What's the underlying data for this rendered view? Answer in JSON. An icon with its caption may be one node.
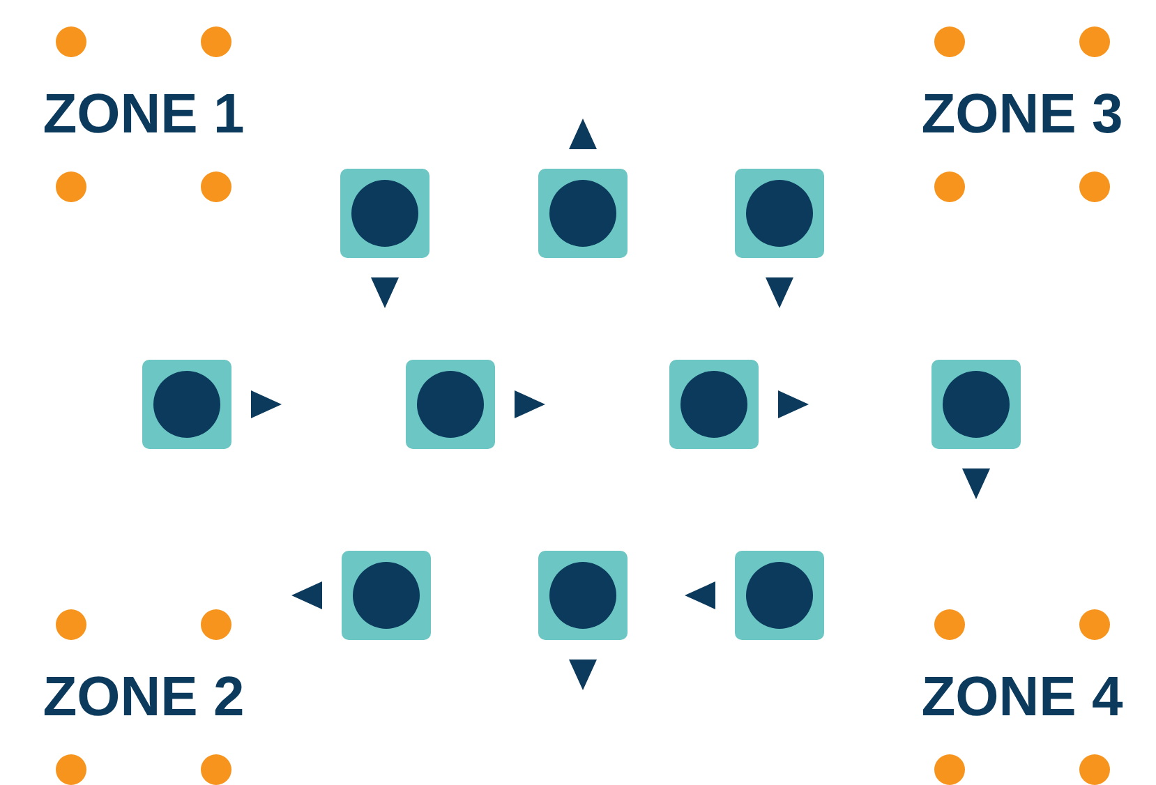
{
  "diagram": {
    "nodes": [
      {
        "text": [
          "ZONE 1"
        ]
      },
      {
        "text": [
          "ZONE 3"
        ]
      },
      {
        "text": [],
        "shape": "box"
      },
      {
        "text": [],
        "shape": "box"
      },
      {
        "text": [],
        "shape": "box"
      },
      {
        "text": [],
        "shape": "box"
      },
      {
        "text": [],
        "shape": "box"
      },
      {
        "text": [],
        "shape": "box"
      },
      {
        "text": [],
        "shape": "box"
      },
      {
        "text": [],
        "shape": "box"
      },
      {
        "text": [],
        "shape": "box"
      },
      {
        "text": [],
        "shape": "box"
      },
      {
        "text": [
          "ZONE 2"
        ]
      },
      {
        "text": [
          "ZONE 4"
        ]
      }
    ],
    "edges": [
      {
        "from": 2,
        "to": null,
        "arrow": "to"
      },
      {
        "from": 3,
        "to": null,
        "arrow": "to"
      },
      {
        "from": 4,
        "to": null,
        "arrow": "to"
      },
      {
        "from": 5,
        "to": null,
        "arrow": "to"
      },
      {
        "from": 6,
        "to": null,
        "arrow": "to"
      },
      {
        "from": 7,
        "to": null,
        "arrow": "to"
      },
      {
        "from": 8,
        "to": null,
        "arrow": "to"
      },
      {
        "from": 9,
        "to": null,
        "arrow": "to"
      },
      {
        "from": 11,
        "to": null,
        "arrow": "to"
      },
      {
        "from": 10,
        "to": null,
        "arrow": "to"
      }
    ]
  }
}
